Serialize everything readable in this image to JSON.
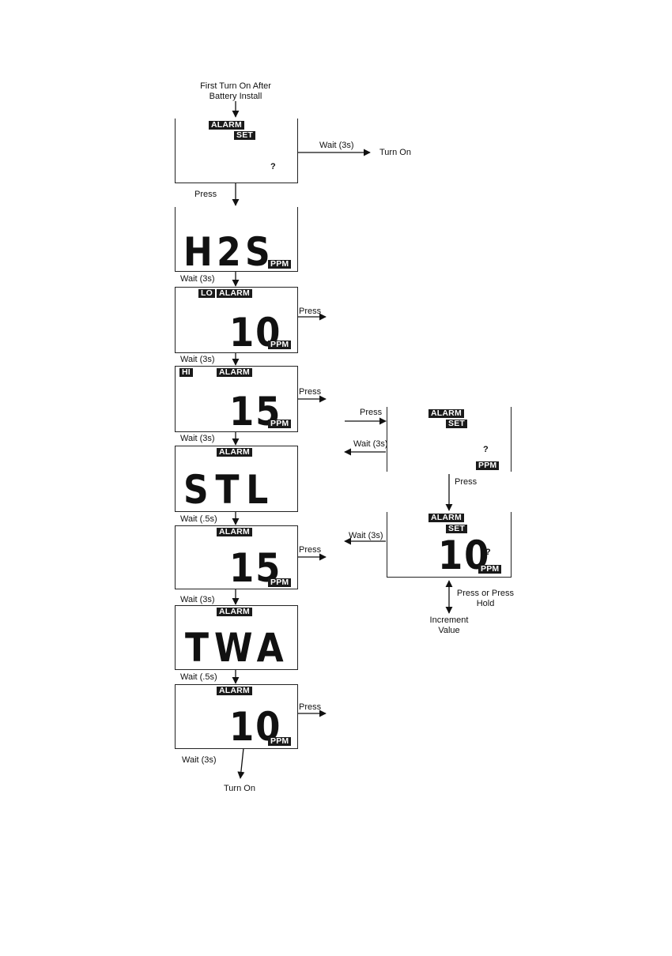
{
  "start_label": "First Turn On After Battery Install",
  "screens": {
    "alarm_set": {
      "alarm": "ALARM",
      "set": "SET",
      "question": "?"
    },
    "gas": {
      "digits": "H2S",
      "unit": "PPM"
    },
    "lo_alarm": {
      "level": "LO",
      "alarm": "ALARM",
      "digits": "10",
      "unit": "PPM"
    },
    "hi_alarm": {
      "level": "HI",
      "alarm": "ALARM",
      "digits": "15",
      "unit": "PPM"
    },
    "stl_label": {
      "alarm": "ALARM",
      "digits": "STL"
    },
    "stl_value": {
      "alarm": "ALARM",
      "digits": "15",
      "unit": "PPM"
    },
    "twa_label": {
      "alarm": "ALARM",
      "digits": "TWA"
    },
    "twa_value": {
      "alarm": "ALARM",
      "digits": "10",
      "unit": "PPM"
    },
    "set_prompt": {
      "alarm": "ALARM",
      "set": "SET",
      "question": "?",
      "unit": "PPM"
    },
    "set_edit": {
      "alarm": "ALARM",
      "set": "SET",
      "digits": "10",
      "question": "?",
      "unit": "PPM"
    }
  },
  "transitions": {
    "wait_3s": "Wait (3s)",
    "wait_5s": "Wait (.5s)",
    "press": "Press",
    "turn_on": "Turn On",
    "press_or_hold": "Press or Press Hold",
    "increment": "Increment Value"
  }
}
